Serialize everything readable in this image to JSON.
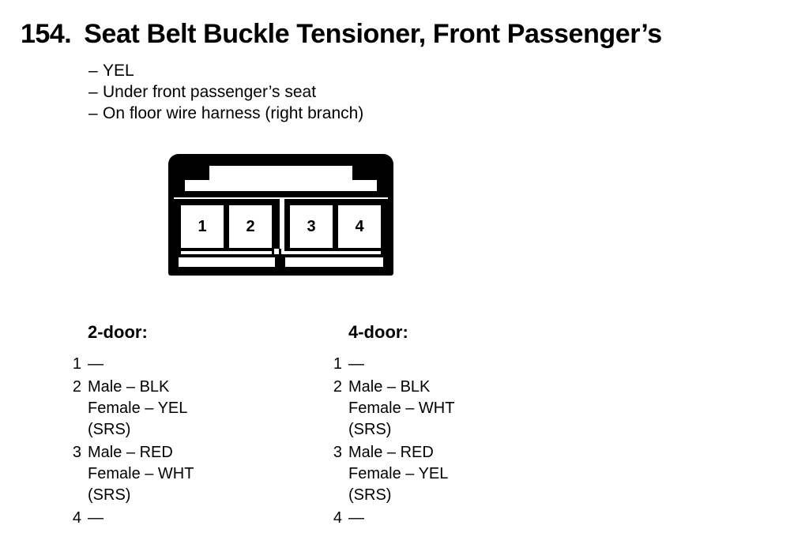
{
  "title": {
    "number": "154.",
    "text": "Seat Belt Buckle Tensioner, Front Passenger’s"
  },
  "bullets": [
    {
      "dash": "–",
      "text": "YEL"
    },
    {
      "dash": "–",
      "text": "Under front passenger’s seat"
    },
    {
      "dash": "–",
      "text": "On floor wire harness (right branch)"
    }
  ],
  "connector": {
    "pins": [
      "1",
      "2",
      "3",
      "4"
    ]
  },
  "columns": [
    {
      "heading": "2-door:",
      "entries": [
        {
          "pin": "1",
          "values": [
            "—"
          ]
        },
        {
          "pin": "2",
          "values": [
            "Male – BLK",
            "Female – YEL",
            "(SRS)"
          ]
        },
        {
          "pin": "3",
          "values": [
            "Male – RED",
            "Female – WHT",
            "(SRS)"
          ]
        },
        {
          "pin": "4",
          "values": [
            "—"
          ]
        }
      ]
    },
    {
      "heading": "4-door:",
      "entries": [
        {
          "pin": "1",
          "values": [
            "—"
          ]
        },
        {
          "pin": "2",
          "values": [
            "Male – BLK",
            "Female – WHT",
            "(SRS)"
          ]
        },
        {
          "pin": "3",
          "values": [
            "Male – RED",
            "Female – YEL",
            "(SRS)"
          ]
        },
        {
          "pin": "4",
          "values": [
            "—"
          ]
        }
      ]
    }
  ],
  "colors": {
    "ink": "#000000",
    "paper": "#ffffff"
  }
}
